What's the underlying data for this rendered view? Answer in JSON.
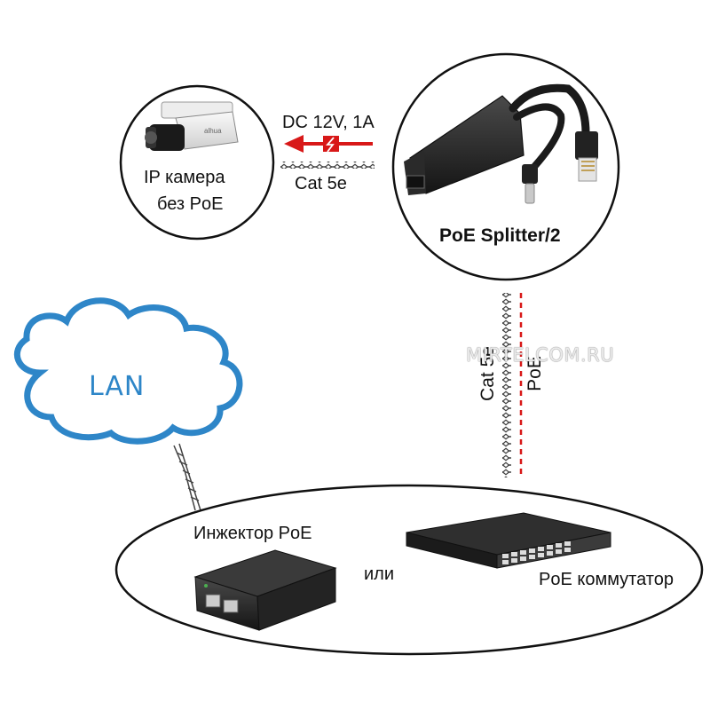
{
  "camera": {
    "label_line1": "IP камера",
    "label_line2": "без PoE"
  },
  "splitter": {
    "label": "PoE Splitter/2"
  },
  "power_link": {
    "label": "DC 12V, 1A",
    "cable_label": "Cat 5e"
  },
  "uplink": {
    "cat_label": "Cat 5e",
    "poe_label": "PoE"
  },
  "network": {
    "label": "LAN"
  },
  "sources": {
    "injector_label": "Инжектор PoE",
    "or_label": "или",
    "switch_label": "PoE коммутатор"
  },
  "watermark": "MIRTELCOM.RU",
  "colors": {
    "accent_red": "#d81818",
    "cloud_outline": "#2e86c8",
    "cloud_text": "#2e86c8",
    "outline": "#111111"
  }
}
